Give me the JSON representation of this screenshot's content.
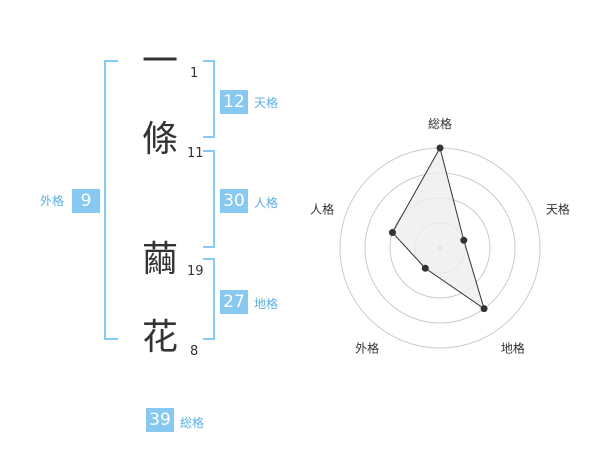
{
  "name": {
    "characters": [
      {
        "char": "一",
        "strokes": "1"
      },
      {
        "char": "條",
        "strokes": "11"
      },
      {
        "char": "繭",
        "strokes": "19"
      },
      {
        "char": "花",
        "strokes": "8"
      }
    ]
  },
  "fortune": {
    "tenkaku": {
      "value": "12",
      "label": "天格"
    },
    "jinkaku": {
      "value": "30",
      "label": "人格"
    },
    "chikaku": {
      "value": "27",
      "label": "地格"
    },
    "gaikaku": {
      "value": "9",
      "label": "外格"
    },
    "soukaku": {
      "value": "39",
      "label": "総格"
    }
  },
  "chart_data": {
    "type": "radar",
    "axes": [
      "総格",
      "天格",
      "地格",
      "外格",
      "人格"
    ],
    "values": [
      4,
      1,
      3,
      1,
      2
    ],
    "rmax": 4,
    "rings": 4,
    "colors": {
      "fill": "#eeeeee",
      "line": "#333333",
      "point": "#333333",
      "grid": "#cccccc"
    }
  }
}
